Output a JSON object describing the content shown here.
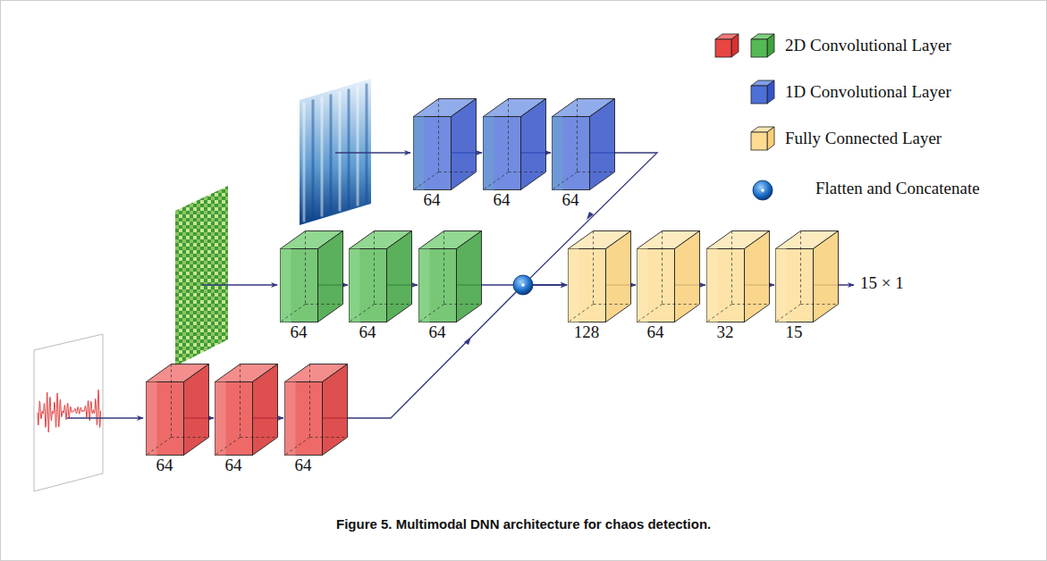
{
  "diagram": {
    "caption": "Figure 5. Multimodal DNN architecture for chaos detection.",
    "nodes": [
      {
        "text": [
          "64"
        ]
      },
      {
        "text": [
          "64"
        ]
      },
      {
        "text": [
          "64"
        ]
      },
      {
        "text": [
          "64"
        ]
      },
      {
        "text": [
          "64"
        ]
      },
      {
        "text": [
          "64"
        ]
      },
      {
        "text": [
          "64"
        ]
      },
      {
        "text": [
          "64"
        ]
      },
      {
        "text": [
          "64"
        ]
      },
      {
        "text": [
          "128"
        ]
      },
      {
        "text": [
          "64"
        ]
      },
      {
        "text": [
          "32"
        ]
      },
      {
        "text": [
          "15"
        ]
      }
    ],
    "edges": [
      {
        "from": 0,
        "to": 1,
        "arrow": "to"
      },
      {
        "from": 1,
        "to": 2,
        "arrow": "to"
      },
      {
        "from": 3,
        "to": 4,
        "arrow": "to"
      },
      {
        "from": 4,
        "to": 5,
        "arrow": "to"
      },
      {
        "from": 6,
        "to": 7,
        "arrow": "to"
      },
      {
        "from": 7,
        "to": 8,
        "arrow": "to"
      },
      {
        "from": 2,
        "to": 9,
        "arrow": "to"
      },
      {
        "from": 5,
        "to": 9,
        "arrow": "to"
      },
      {
        "from": 8,
        "to": 9,
        "arrow": "to"
      },
      {
        "from": 9,
        "to": 10,
        "arrow": "to"
      },
      {
        "from": 10,
        "to": 11,
        "arrow": "to"
      },
      {
        "from": 11,
        "to": 12,
        "arrow": "to"
      }
    ],
    "labels": [
      "15 × 1"
    ],
    "legend": [
      {
        "text": "2D Convolutional Layer"
      },
      {
        "text": "1D Convolutional Layer"
      },
      {
        "text": "Fully Connected Layer"
      },
      {
        "text": "Flatten and Concatenate"
      }
    ]
  }
}
